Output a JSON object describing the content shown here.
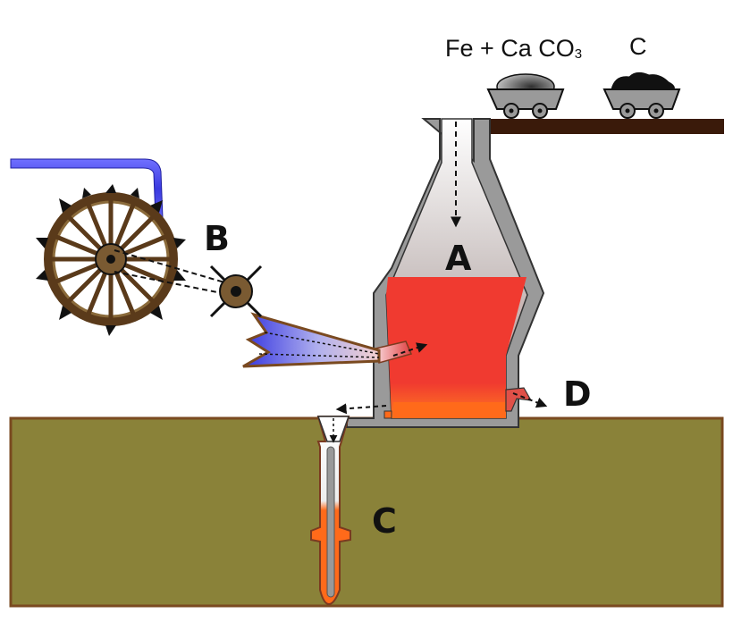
{
  "labels": {
    "A": "A",
    "B": "B",
    "C": "C",
    "D": "D"
  },
  "carts": {
    "left": {
      "label_main": "Fe + Ca CO",
      "label_sub": "3"
    },
    "right": {
      "label_main": "C"
    }
  },
  "colors": {
    "ground": "#8a8239",
    "ground_border": "#7a4a20",
    "furnace_wall": "#9a9a9a",
    "molten": "#f03a30",
    "slag": "#ff6a1a",
    "water": "#4a4ad8",
    "wood": "#7a5a32",
    "rail": "#3a1a0a"
  },
  "icons": {
    "waterwheel": "waterwheel-icon",
    "gear": "gear-icon",
    "bellows": "bellows-icon",
    "ore-cart": "ore-cart-icon",
    "coal-cart": "coal-cart-icon",
    "mould": "casting-mould-icon"
  }
}
